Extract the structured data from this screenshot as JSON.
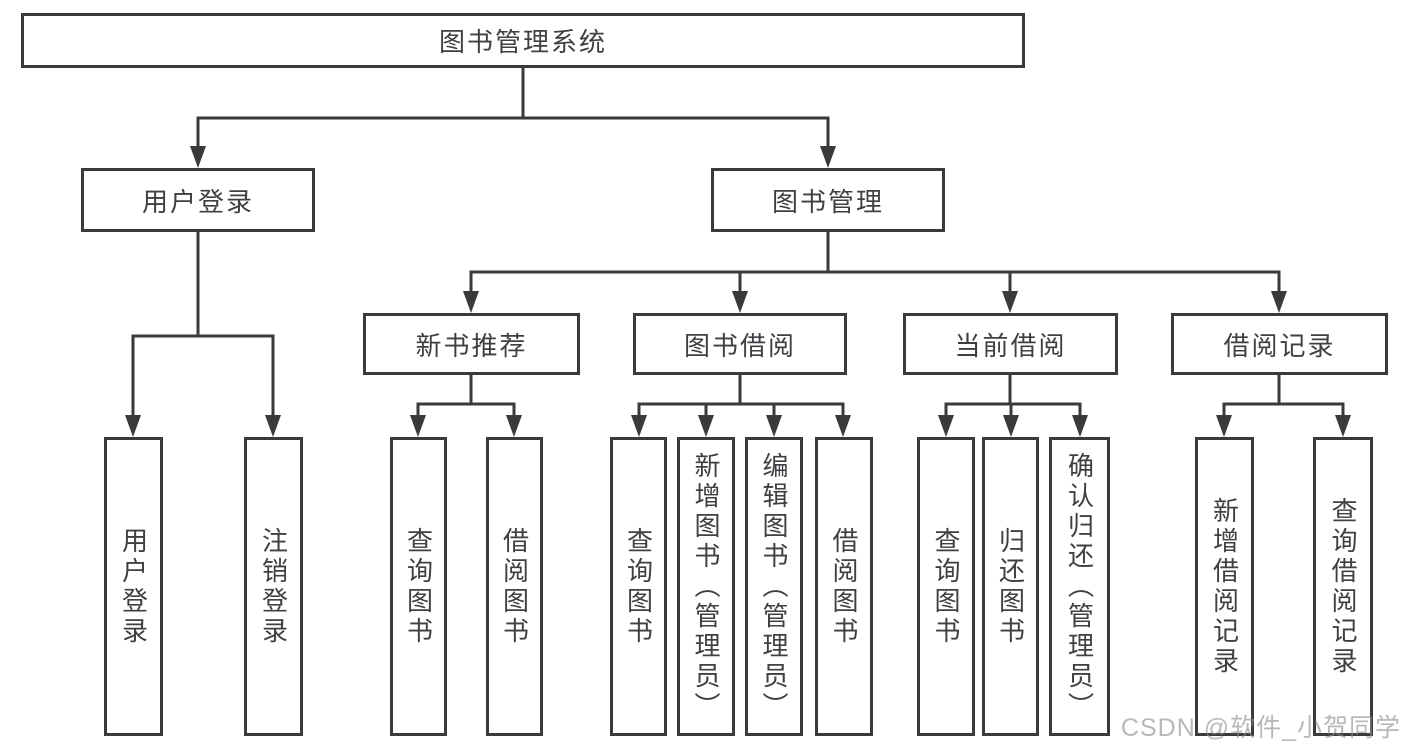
{
  "title": "图书管理系统",
  "watermark": "CSDN @软件_小贺同学",
  "tree": {
    "label": "图书管理系统",
    "children": [
      {
        "label": "用户登录",
        "children": [
          {
            "label": "用户登录"
          },
          {
            "label": "注销登录"
          }
        ]
      },
      {
        "label": "图书管理",
        "children": [
          {
            "label": "新书推荐",
            "children": [
              {
                "label": "查询图书"
              },
              {
                "label": "借阅图书"
              }
            ]
          },
          {
            "label": "图书借阅",
            "children": [
              {
                "label": "查询图书"
              },
              {
                "label": "新增图书（管理员）"
              },
              {
                "label": "编辑图书（管理员）"
              },
              {
                "label": "借阅图书"
              }
            ]
          },
          {
            "label": "当前借阅",
            "children": [
              {
                "label": "查询图书"
              },
              {
                "label": "归还图书"
              },
              {
                "label": "确认归还（管理员）"
              }
            ]
          },
          {
            "label": "借阅记录",
            "children": [
              {
                "label": "新增借阅记录"
              },
              {
                "label": "查询借阅记录"
              }
            ]
          }
        ]
      }
    ]
  },
  "colors": {
    "line": "#3a3a3a",
    "text": "#3f3f44",
    "background": "#ffffff"
  }
}
